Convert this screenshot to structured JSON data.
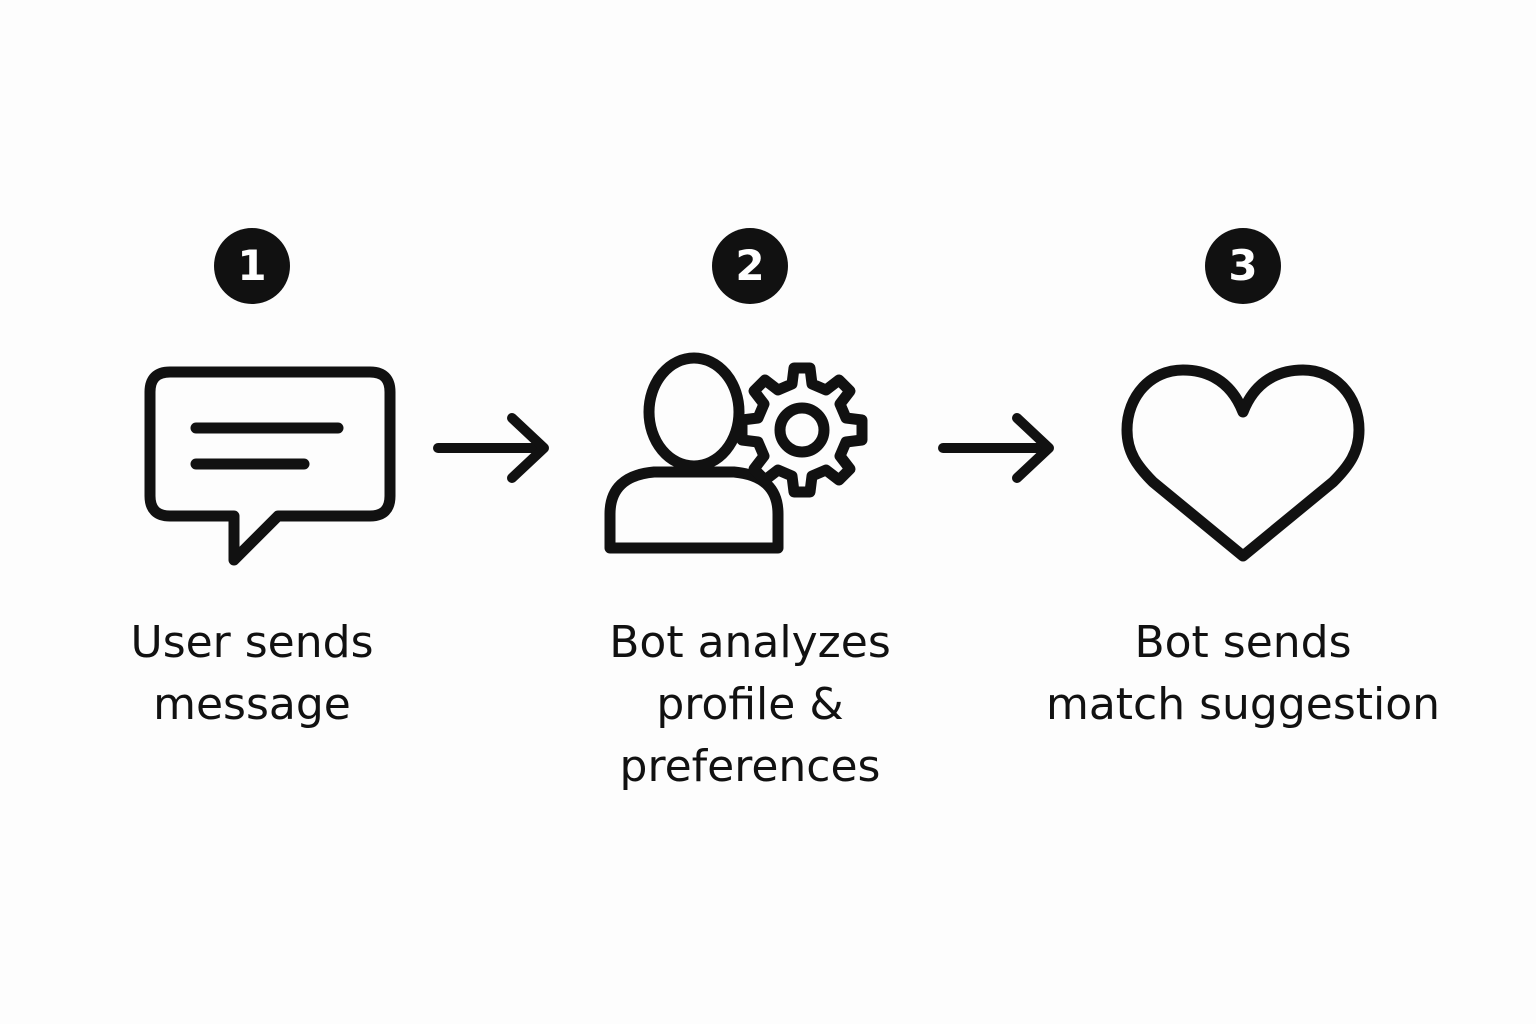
{
  "steps": [
    {
      "number": "1",
      "icon": "chat-bubble-icon",
      "caption_lines": [
        "User sends",
        "message"
      ]
    },
    {
      "number": "2",
      "icon": "user-gear-icon",
      "caption_lines": [
        "Bot analyzes",
        "profile &",
        "preferences"
      ]
    },
    {
      "number": "3",
      "icon": "heart-icon",
      "caption_lines": [
        "Bot sends",
        "match suggestion"
      ]
    }
  ],
  "arrows": [
    {
      "from": "1",
      "to": "2",
      "icon": "arrow-right-icon"
    },
    {
      "from": "2",
      "to": "3",
      "icon": "arrow-right-icon"
    }
  ],
  "colors": {
    "ink": "#111111",
    "background": "#fdfdfd",
    "badge_text": "#ffffff"
  }
}
